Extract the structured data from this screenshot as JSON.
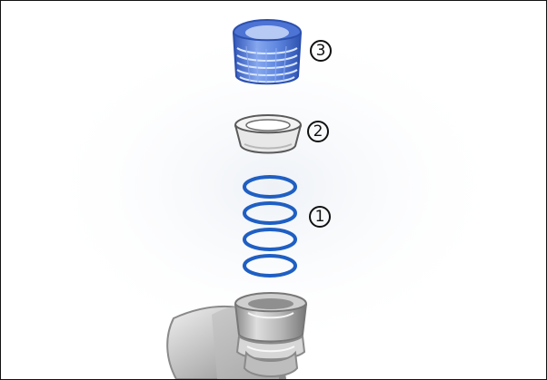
{
  "diagram": {
    "callouts": [
      {
        "number": "3",
        "part": "strainer"
      },
      {
        "number": "2",
        "part": "washer"
      },
      {
        "number": "1",
        "part": "o-rings"
      }
    ],
    "colors": {
      "border": "#111111",
      "background": "#ffffff",
      "strainer_blue": "#6f93e6",
      "strainer_dark": "#3f67c8",
      "washer_light": "#f2f2f2",
      "washer_edge": "#555555",
      "oring_blue": "#1f5fc3",
      "metal_light": "#d7d7d7",
      "metal_mid": "#a8a8a8",
      "metal_dark": "#7a7a7a"
    },
    "icons": [
      "strainer-icon",
      "washer-icon",
      "o-ring-icon",
      "pipe-fitting-icon"
    ]
  }
}
